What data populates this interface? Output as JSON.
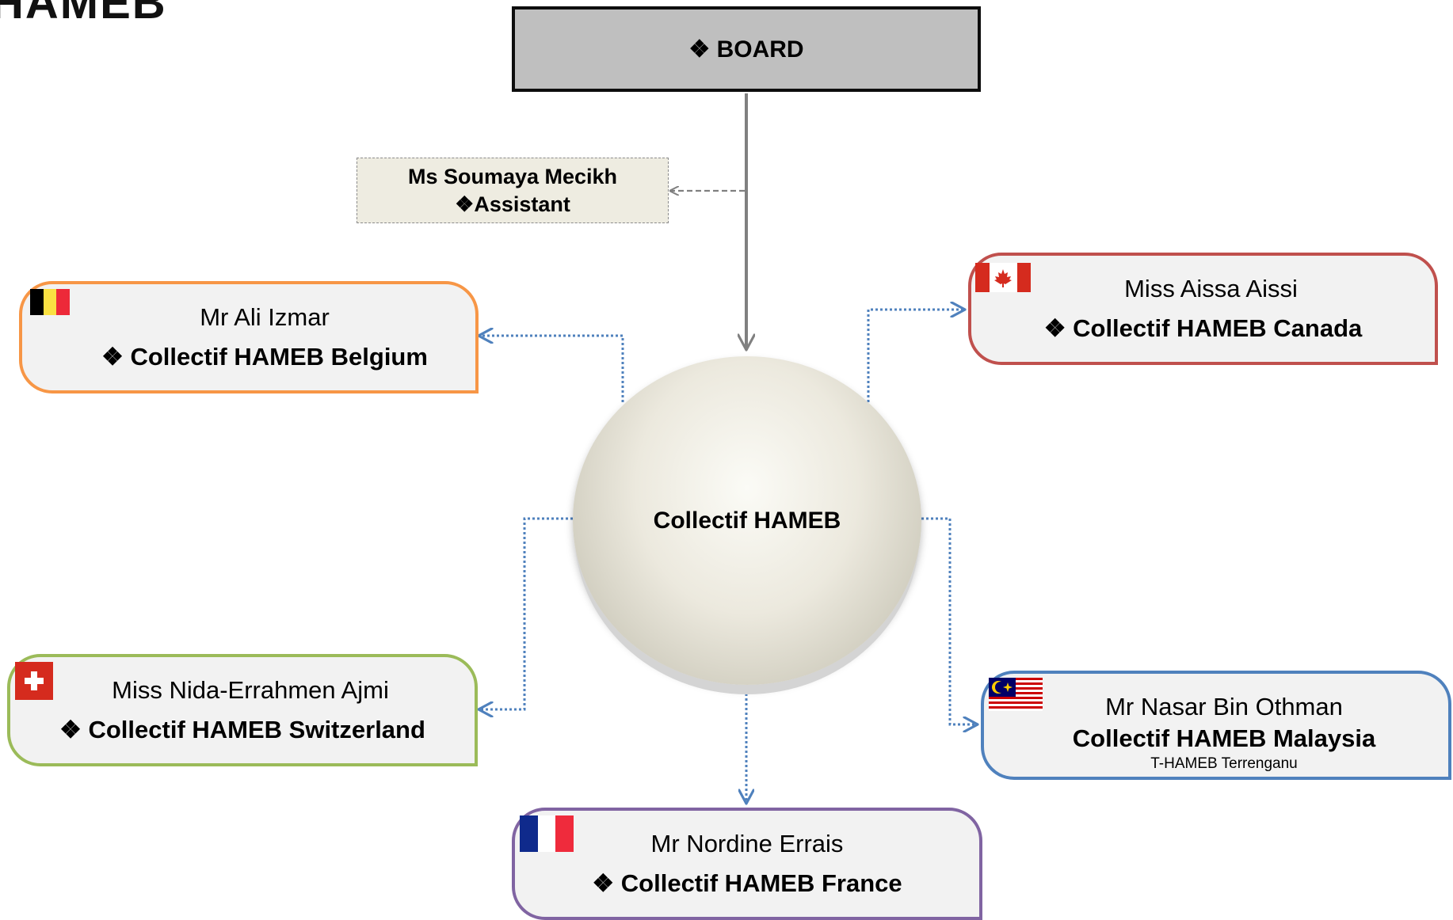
{
  "logo": "HAMEB",
  "board": {
    "label": "❖ BOARD"
  },
  "assistant": {
    "name": "Ms Soumaya Mecikh",
    "role": "❖Assistant"
  },
  "hub": {
    "label": "Collectif HAMEB"
  },
  "branches": {
    "belgium": {
      "person": "Mr Ali Izmar",
      "org": "❖ Collectif HAMEB Belgium",
      "flag": "belgium-flag-icon",
      "border_color": "#f79646"
    },
    "canada": {
      "person": "Miss Aissa Aissi",
      "org": "❖ Collectif HAMEB Canada",
      "flag": "canada-flag-icon",
      "border_color": "#c0504d"
    },
    "switzerland": {
      "person": "Miss Nida-Errahmen Ajmi",
      "org": "❖ Collectif HAMEB Switzerland",
      "flag": "switzerland-flag-icon",
      "border_color": "#9bbb59"
    },
    "malaysia": {
      "person": "Mr Nasar Bin Othman",
      "org": "Collectif HAMEB Malaysia",
      "sub": "T-HAMEB Terrenganu",
      "flag": "malaysia-flag-icon",
      "border_color": "#4f81bd"
    },
    "france": {
      "person": "Mr Nordine Errais",
      "org": "❖ Collectif HAMEB France",
      "flag": "france-flag-icon",
      "border_color": "#8064a2"
    }
  },
  "connector_color": "#4f81bd"
}
